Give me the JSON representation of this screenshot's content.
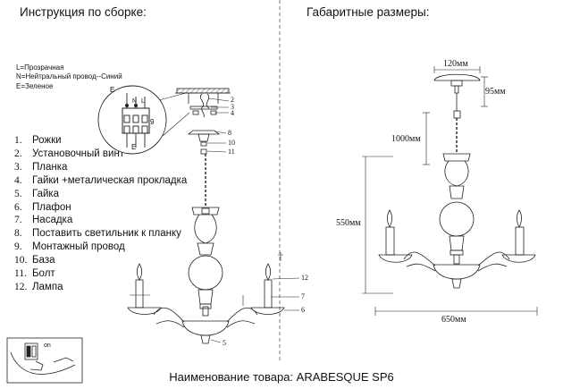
{
  "header": {
    "assembly_title": "Инструкция по сборке:",
    "dimensions_title": "Габаритные размеры:"
  },
  "wiring_legend": [
    "L=Прозрачная",
    "N=Нейтральный провод--Синий",
    "E=Зеленое"
  ],
  "terminal_labels": {
    "e_top": "E",
    "e_bottom": "E",
    "n": "N",
    "l": "L",
    "nine": "9",
    "off": "on"
  },
  "parts": [
    {
      "num": "1.",
      "label": "Рожки"
    },
    {
      "num": "2.",
      "label": "Установочный винт"
    },
    {
      "num": "3.",
      "label": "Планка"
    },
    {
      "num": "4.",
      "label": "Гайки +металическая прокладка"
    },
    {
      "num": "5.",
      "label": "Гайка"
    },
    {
      "num": "6.",
      "label": "Плафон"
    },
    {
      "num": "7.",
      "label": "Насадка"
    },
    {
      "num": "8.",
      "label": "Поставить светильник к планку"
    },
    {
      "num": "9.",
      "label": "Монтажный провод"
    },
    {
      "num": "10.",
      "label": "База"
    },
    {
      "num": "11.",
      "label": "Болт"
    },
    {
      "num": "12.",
      "label": "Лампа"
    }
  ],
  "callouts": {
    "c2": "2",
    "c3": "3",
    "c4": "4",
    "c8": "8",
    "c10": "10",
    "c11": "11",
    "c12": "12",
    "c7": "7",
    "c6": "6",
    "c5": "5",
    "c1": "1"
  },
  "dimensions": {
    "canopy_width": "120мм",
    "canopy_height": "95мм",
    "chain_length": "1000мм",
    "body_height": "550мм",
    "total_width": "650мм"
  },
  "product_name": "Наименование товара: ARABESQUE SP6"
}
